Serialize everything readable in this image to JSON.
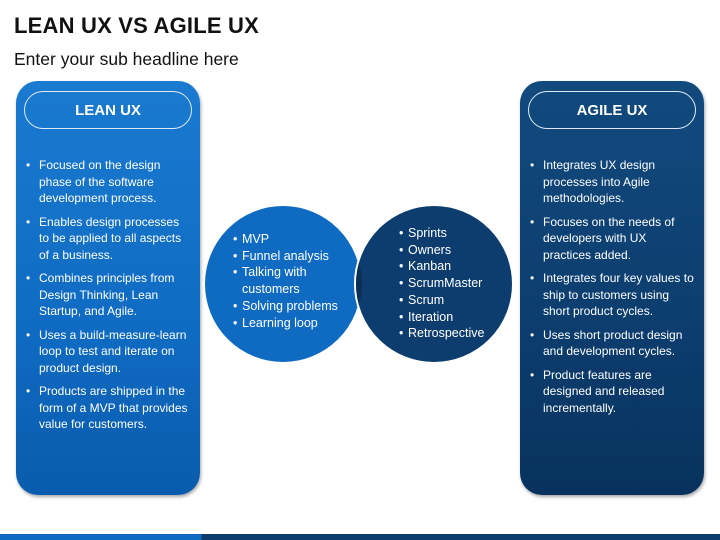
{
  "header": {
    "title": "LEAN UX VS AGILE UX",
    "subtitle": "Enter your sub headline here"
  },
  "colors": {
    "lean_blue": "#0f6bc2",
    "agile_navy": "#0c3d6e",
    "overlap": "#0b2f52",
    "text_on_dark": "#ffffff"
  },
  "lean_panel": {
    "heading": "LEAN UX",
    "items": [
      "Focused on the design phase of the software development process.",
      "Enables design processes to be applied to all aspects of a business.",
      "Combines principles from Design Thinking, Lean Startup, and Agile.",
      "Uses a build-measure-learn loop to test and iterate on product design.",
      "Products are shipped in the form of a MVP that provides value for customers."
    ]
  },
  "agile_panel": {
    "heading": "AGILE UX",
    "items": [
      "Integrates UX design processes into Agile methodologies.",
      "Focuses on the needs of developers with UX practices added.",
      "Integrates four key values to ship to customers using short product cycles.",
      "Uses short product design and development cycles.",
      "Product features are designed and released incrementally."
    ]
  },
  "venn": {
    "left_items": [
      "MVP",
      "Funnel analysis",
      "Talking with customers",
      "Solving problems",
      "Learning loop"
    ],
    "right_items": [
      "Sprints",
      "Owners",
      "Kanban",
      "ScrumMaster",
      "Scrum",
      "Iteration",
      "Retrospective"
    ]
  }
}
